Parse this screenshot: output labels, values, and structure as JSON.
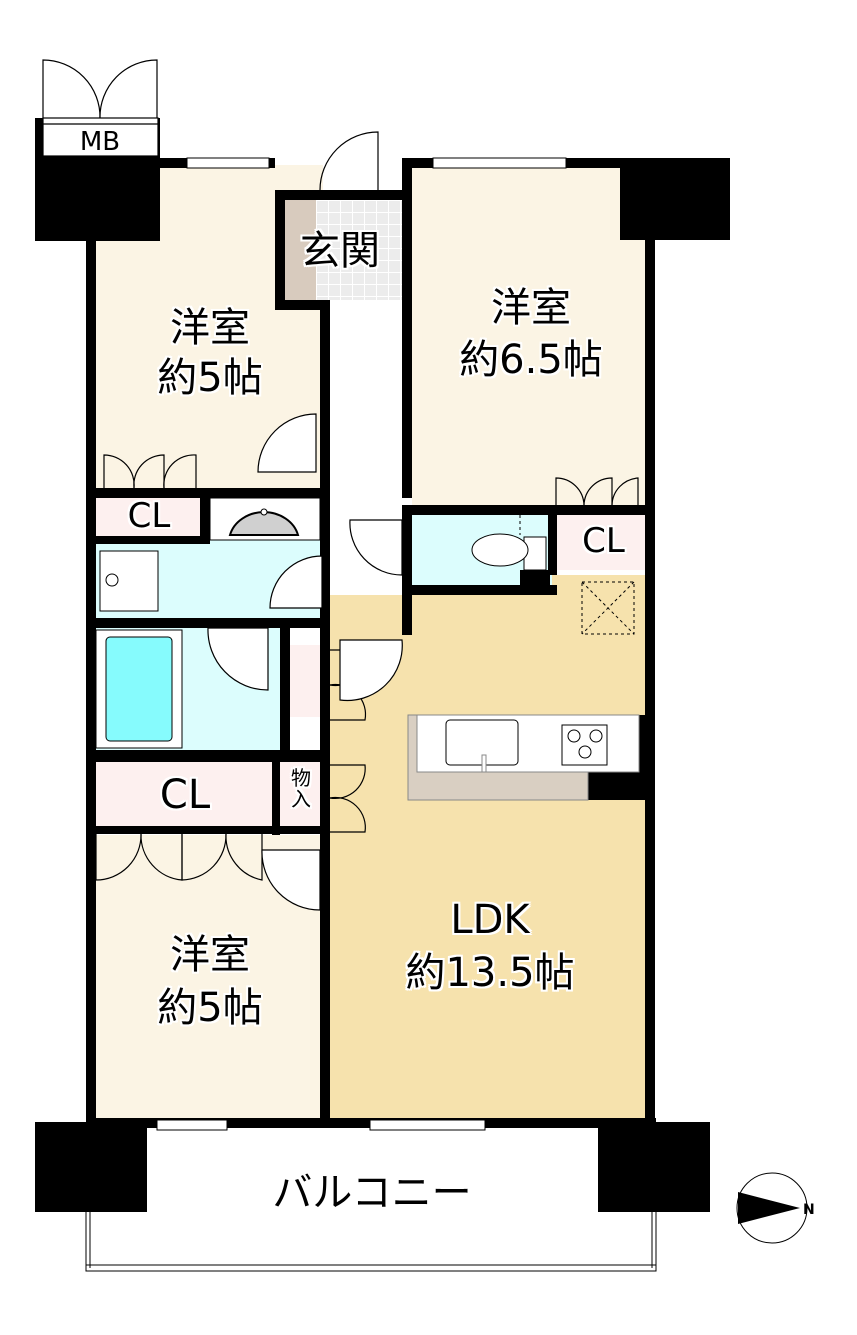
{
  "floor_plan": {
    "rooms": {
      "western_room_nw": {
        "name": "洋室",
        "size": "約5帖"
      },
      "western_room_ne": {
        "name": "洋室",
        "size": "約6.5帖"
      },
      "western_room_sw": {
        "name": "洋室",
        "size": "約5帖"
      },
      "ldk": {
        "name": "LDK",
        "size": "約13.5帖"
      },
      "entrance": {
        "name": "玄関"
      },
      "meter_box": {
        "name": "MB"
      },
      "closet_nw": {
        "name": "CL"
      },
      "closet_ne": {
        "name": "CL"
      },
      "closet_sw": {
        "name": "CL"
      },
      "storage": {
        "name": "物\n入"
      },
      "balcony": {
        "name": "バルコニー"
      }
    },
    "compass": {
      "direction_label": "N"
    },
    "colors": {
      "wall": "#000000",
      "western_room": "#fbf4e4",
      "ldk": "#f6e2ad",
      "closet": "#fdf0ef",
      "wet_area": "#dcfdfd",
      "bathtub": "#86fbfd",
      "entrance_step": "#d8cbbe",
      "entrance_tile": "#ececec",
      "kitchen_floor": "#d9cfc2"
    }
  }
}
